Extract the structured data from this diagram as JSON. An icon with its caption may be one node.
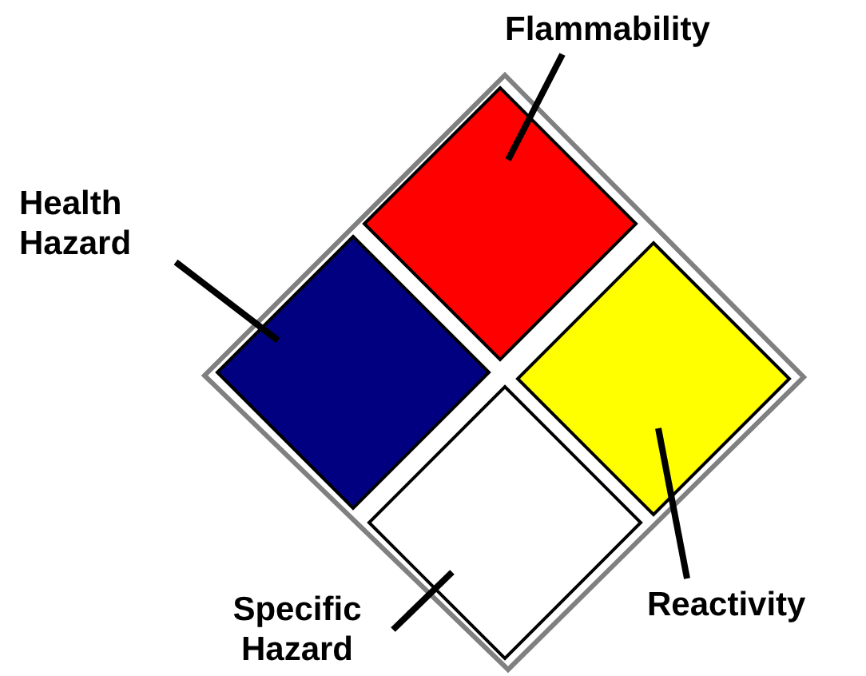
{
  "diagram": {
    "nodes": [
      {
        "text": [
          "Flammability"
        ]
      },
      {
        "text": [
          "Health Hazard"
        ]
      },
      {
        "text": [
          "Reactivity"
        ]
      },
      {
        "text": [
          "Specific Hazard"
        ]
      },
      {
        "text": [],
        "shape": "diamond"
      },
      {
        "text": [],
        "shape": "diamond"
      },
      {
        "text": [],
        "shape": "diamond"
      },
      {
        "text": [],
        "shape": "diamond"
      }
    ],
    "edges": [
      {
        "from": 0,
        "to": 4,
        "arrow": "none"
      },
      {
        "from": 1,
        "to": 5,
        "arrow": "none"
      },
      {
        "from": 2,
        "to": 6,
        "arrow": "none"
      },
      {
        "from": 3,
        "to": 7,
        "arrow": "none"
      }
    ]
  }
}
